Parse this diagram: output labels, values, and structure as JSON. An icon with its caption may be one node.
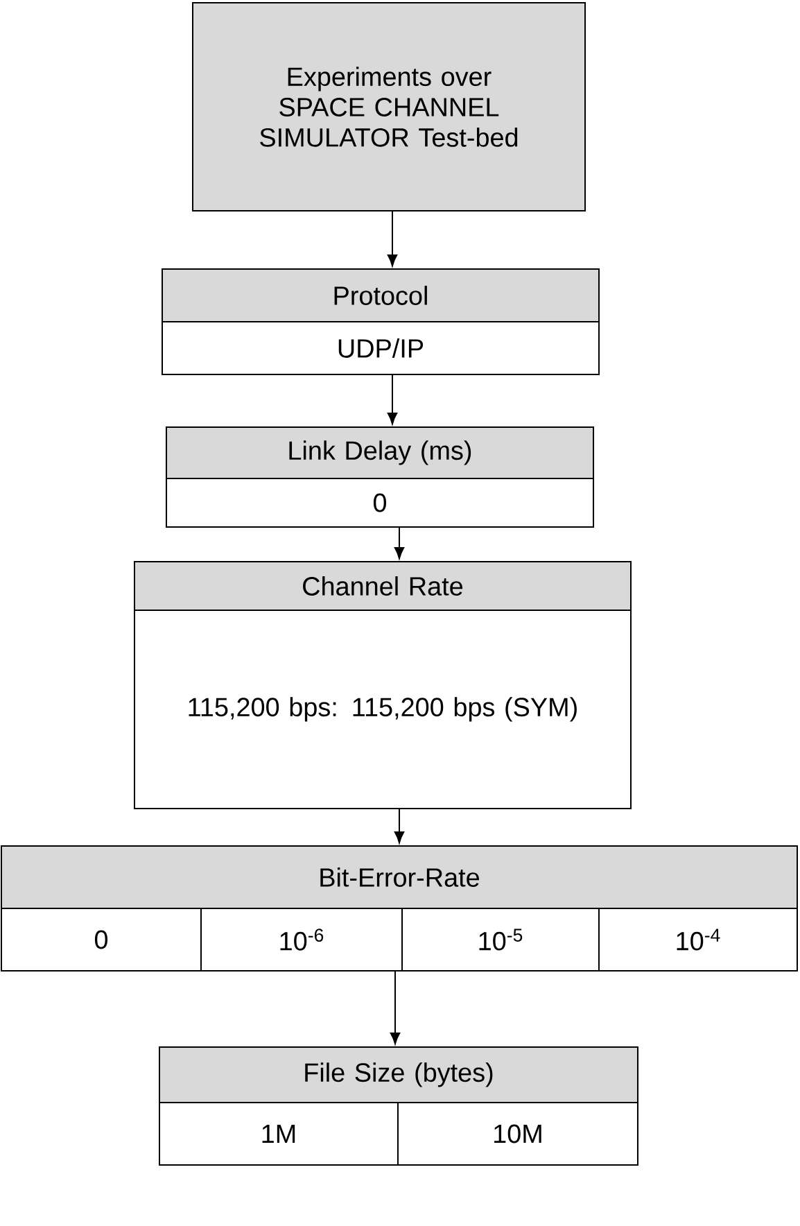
{
  "diagram": {
    "nodes": [
      {
        "text": [
          "Experiments over SPACE CHANNEL SIMULATOR Test-bed"
        ]
      },
      {
        "text": [
          "Protocol"
        ]
      },
      {
        "text": [
          "UDP/IP"
        ]
      },
      {
        "text": [
          "Link Delay (ms)"
        ]
      },
      {
        "text": [
          "0"
        ]
      },
      {
        "text": [
          "Channel Rate"
        ]
      },
      {
        "text": [
          "115,200 bps: 115,200 bps (SYM)"
        ]
      },
      {
        "text": [
          "Bit-Error-Rate"
        ]
      },
      {
        "text": [
          "0"
        ]
      },
      {
        "text": [
          "10$^{-6}$"
        ]
      },
      {
        "text": [
          "10$^{-5}$"
        ]
      },
      {
        "text": [
          "10$^{-4}$"
        ]
      },
      {
        "text": [
          "File Size (bytes)"
        ]
      },
      {
        "text": [
          "1M"
        ]
      },
      {
        "text": [
          "10M"
        ]
      }
    ],
    "edges": [
      {
        "from": 0,
        "to": 1,
        "arrow": "to"
      },
      {
        "from": 2,
        "to": 3,
        "arrow": "to"
      },
      {
        "from": 4,
        "to": 5,
        "arrow": "to"
      },
      {
        "from": 6,
        "to": 7,
        "arrow": "to"
      },
      {
        "from": 9,
        "to": 12,
        "arrow": "to"
      }
    ]
  }
}
